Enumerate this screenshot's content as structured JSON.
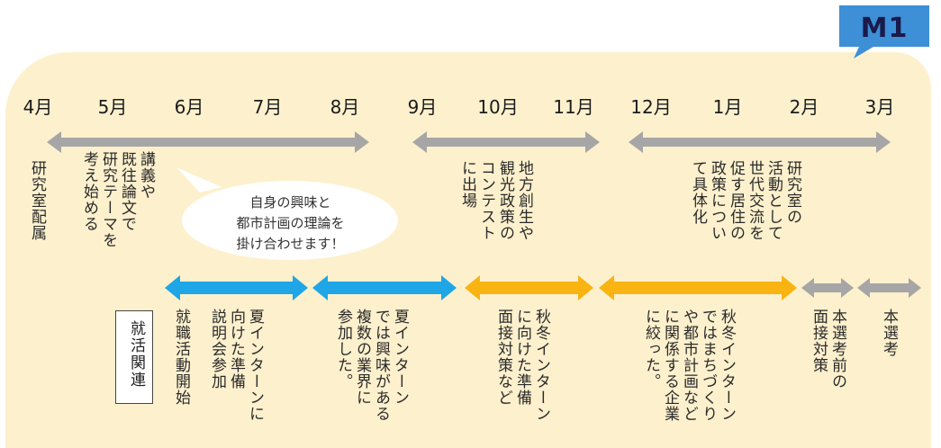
{
  "badge": {
    "label": "M1",
    "color": "#3d8fd6"
  },
  "months": [
    "4月",
    "5月",
    "6月",
    "7月",
    "8月",
    "9月",
    "10月",
    "11月",
    "12月",
    "1月",
    "2月",
    "3月"
  ],
  "research": [
    "研究室配属",
    "講義や\n既往論文で\n研究テーマを\n考え始める",
    "地方創生や\n観光政策の\nコンテスト\nに出場",
    "研究室の\n活動として\n世代交流を\n促す居住の\n政策につい\nて具体化"
  ],
  "bubble": "自身の興味と\n都市計画の理論を\n掛け合わせます！",
  "job_label": "就活関連",
  "job": [
    "就職活動開始",
    "夏インターンに\n向けた準備\n説明会参加",
    "夏インターン\nでは興味がある\n複数の業界に\n参加した。",
    "秋冬インターン\nに向けた準備\n面接対策など",
    "秋冬インターン\nではまちづくり\nや都市計画など\nに関係する企業\nに絞った。",
    "本選考前の\n面接対策",
    "本選考"
  ],
  "colors": {
    "panel": "#fdf0cd",
    "research_arrow": "#a6a6a6",
    "job_blue": "#1ea6e6",
    "job_orange": "#f9b412",
    "job_gray": "#a6a6a6"
  }
}
